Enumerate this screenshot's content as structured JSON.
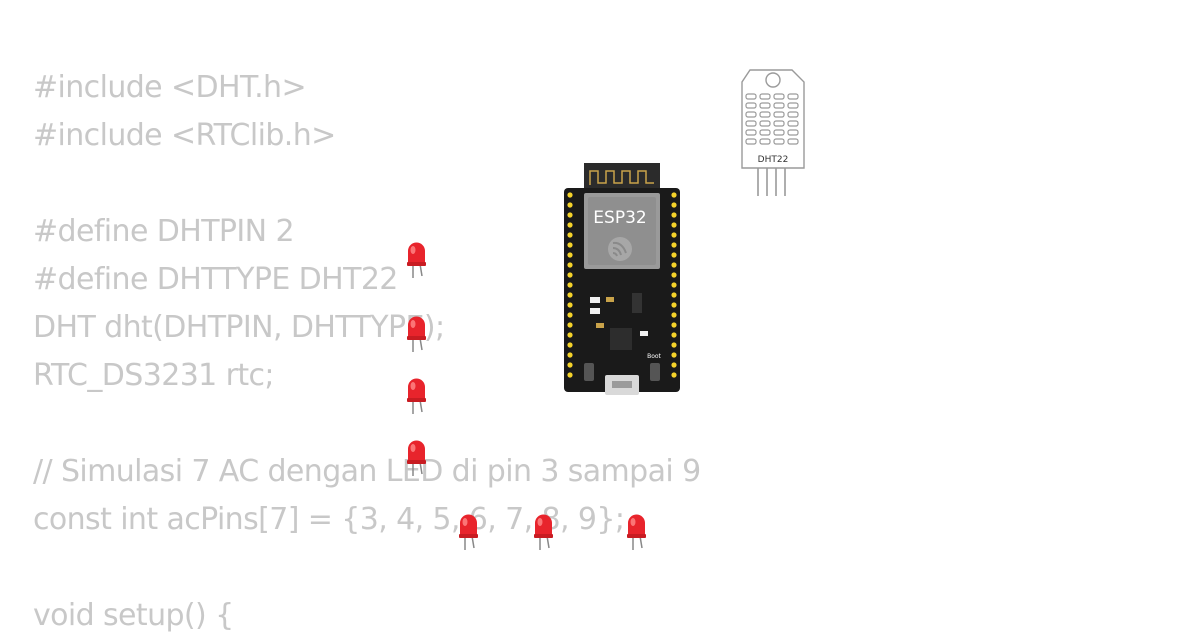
{
  "code": {
    "lines": [
      "#include <DHT.h>",
      "#include <RTClib.h>",
      "",
      "#define DHTPIN 2",
      "#define DHTTYPE DHT22",
      "DHT dht(DHTPIN, DHTTYPE);",
      "RTC_DS3231 rtc;",
      "",
      "// Simulasi 7 AC dengan LED di pin 3 sampai 9",
      "const int acPins[7] = {3, 4, 5, 6, 7, 8, 9};",
      "",
      "void setup() {"
    ]
  },
  "components": {
    "board": {
      "label": "ESP32",
      "boot_label": "Boot"
    },
    "sensor": {
      "label": "DHT22"
    },
    "led_color": "#e8242c",
    "board_color": "#1a1a1a",
    "pin_color": "#f5d32a"
  }
}
